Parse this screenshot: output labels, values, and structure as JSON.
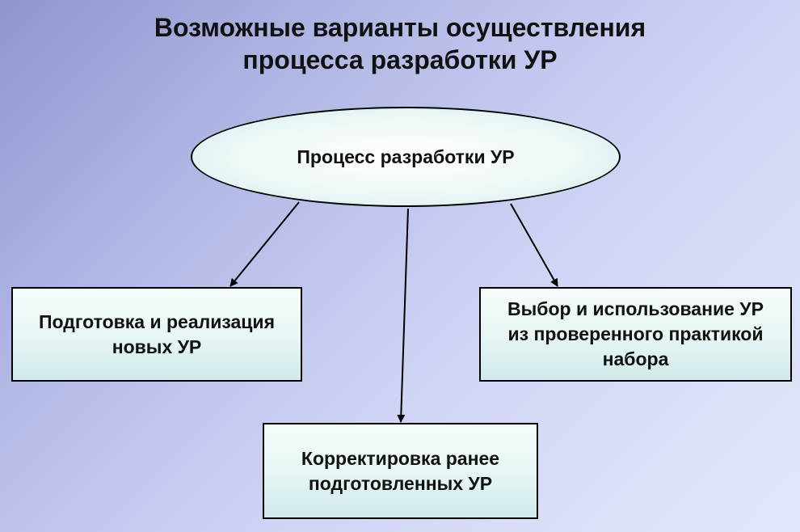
{
  "title": {
    "line1": "Возможные варианты осуществления",
    "line2": "процесса разработки УР"
  },
  "center_node": {
    "label": "Процесс разработки УР"
  },
  "nodes": [
    {
      "id": "left",
      "lines": [
        "Подготовка и реализация",
        "новых УР"
      ]
    },
    {
      "id": "middle",
      "lines": [
        "Корректировка ранее",
        "подготовленных УР"
      ]
    },
    {
      "id": "right",
      "lines": [
        "Выбор и использование УР",
        "из проверенного практикой",
        "набора"
      ]
    }
  ],
  "colors": {
    "background_start": "#8f96cf",
    "background_end": "#e3e7fb",
    "node_fill": "#e6f5f5",
    "stroke": "#000000",
    "text": "#111111"
  }
}
